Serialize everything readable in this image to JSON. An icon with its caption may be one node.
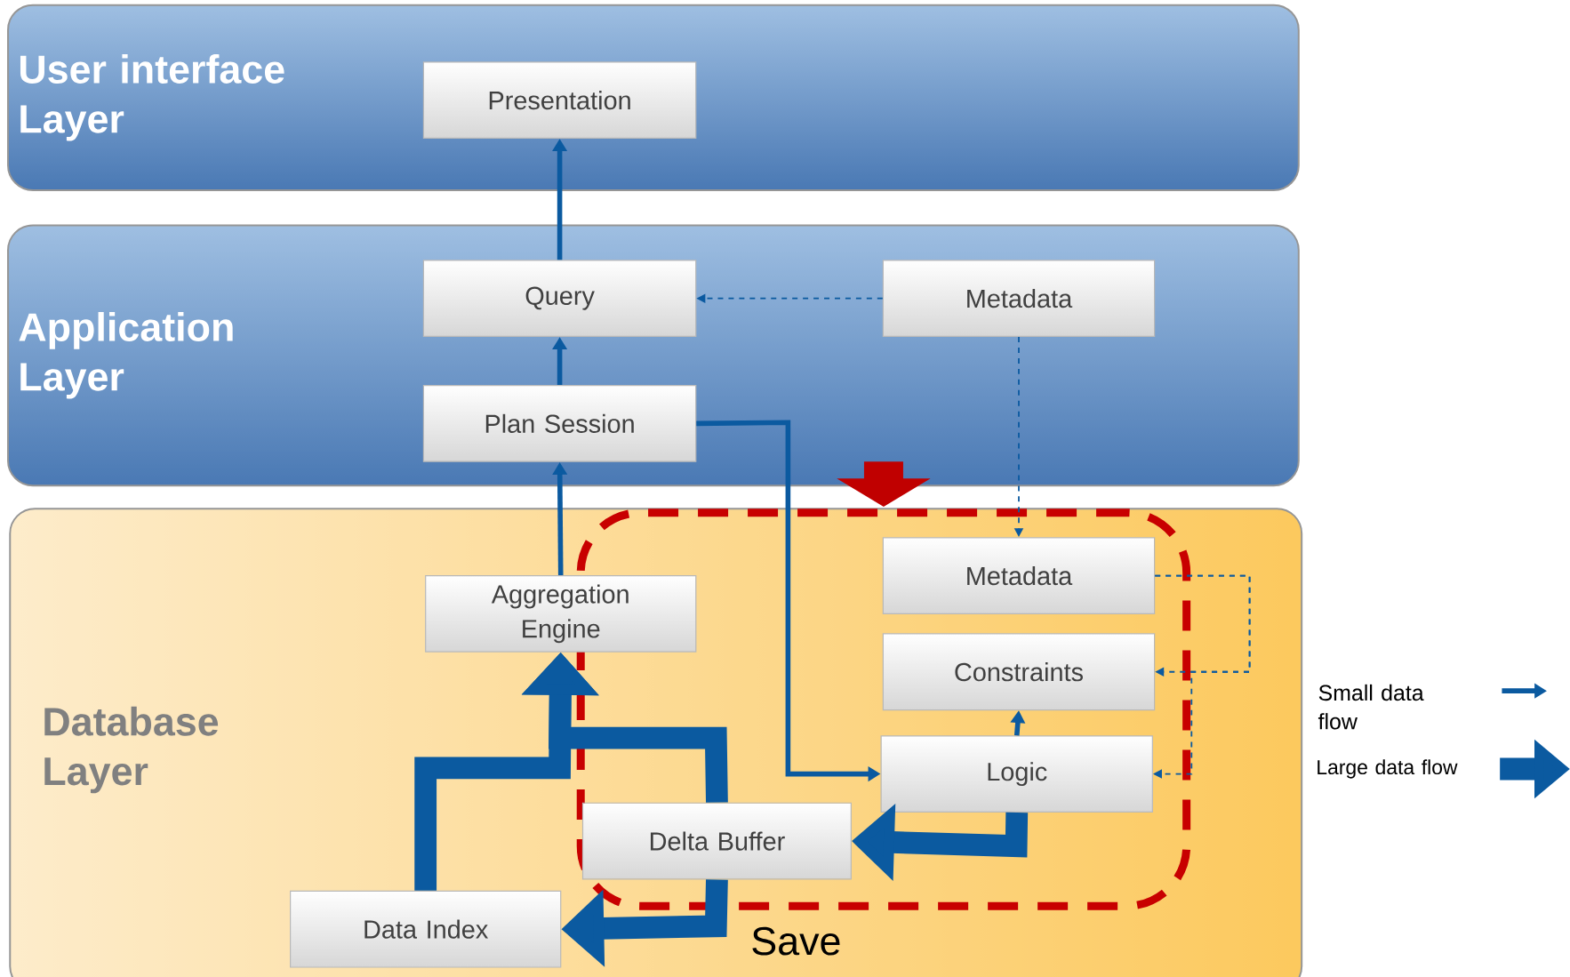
{
  "diagram": {
    "nodes": [
      {
        "text": [
          "User interface Layer"
        ]
      },
      {
        "text": [
          "Presentation"
        ],
        "in": 0
      },
      {
        "text": [
          "Application Layer"
        ]
      },
      {
        "text": [
          "Query"
        ],
        "in": 2
      },
      {
        "text": [
          "Metadata"
        ],
        "in": 2
      },
      {
        "text": [
          "Plan Session"
        ],
        "in": 2
      },
      {
        "text": [
          "Database Layer"
        ]
      },
      {
        "text": [],
        "shape": "box",
        "in": 6,
        "beside": [
          "Save"
        ]
      },
      {
        "text": [
          "Aggregation Engine"
        ],
        "in": 6
      },
      {
        "text": [
          "Metadata"
        ],
        "in": 7
      },
      {
        "text": [
          "Constraints"
        ],
        "in": 7
      },
      {
        "text": [
          "Logic"
        ],
        "in": 7
      },
      {
        "text": [
          "Delta Buffer"
        ],
        "in": 7
      },
      {
        "text": [
          "Data Index"
        ],
        "in": 6
      }
    ],
    "edges": [
      {
        "from": 3,
        "to": 1,
        "arrow": "to"
      },
      {
        "from": 5,
        "to": 3,
        "arrow": "to"
      },
      {
        "from": 8,
        "to": 5,
        "arrow": "to"
      },
      {
        "from": 4,
        "to": 3,
        "arrow": "to",
        "style": "dashed"
      },
      {
        "from": 4,
        "to": 9,
        "arrow": "to",
        "style": "dashed"
      },
      {
        "from": 9,
        "to": 10,
        "arrow": "to",
        "style": "dashed"
      },
      {
        "from": 9,
        "to": 11,
        "arrow": "to",
        "style": "dashed"
      },
      {
        "from": 11,
        "to": 10,
        "arrow": "to"
      },
      {
        "from": 5,
        "to": 11,
        "arrow": "to"
      },
      {
        "from": 11,
        "to": 12,
        "arrow": "to",
        "style": "thick"
      },
      {
        "from": 12,
        "to": 13,
        "arrow": "to",
        "style": "thick"
      },
      {
        "from": 13,
        "to": 8,
        "arrow": "to",
        "style": "thick"
      },
      {
        "from": 12,
        "to": 8,
        "arrow": "to",
        "style": "thick"
      },
      {
        "from": 2,
        "to": 7,
        "arrow": "to",
        "style": "thick",
        "color": "#c00000"
      }
    ],
    "legend": [
      {
        "text": "Small data flow"
      },
      {
        "text": "Large data flow"
      }
    ]
  }
}
